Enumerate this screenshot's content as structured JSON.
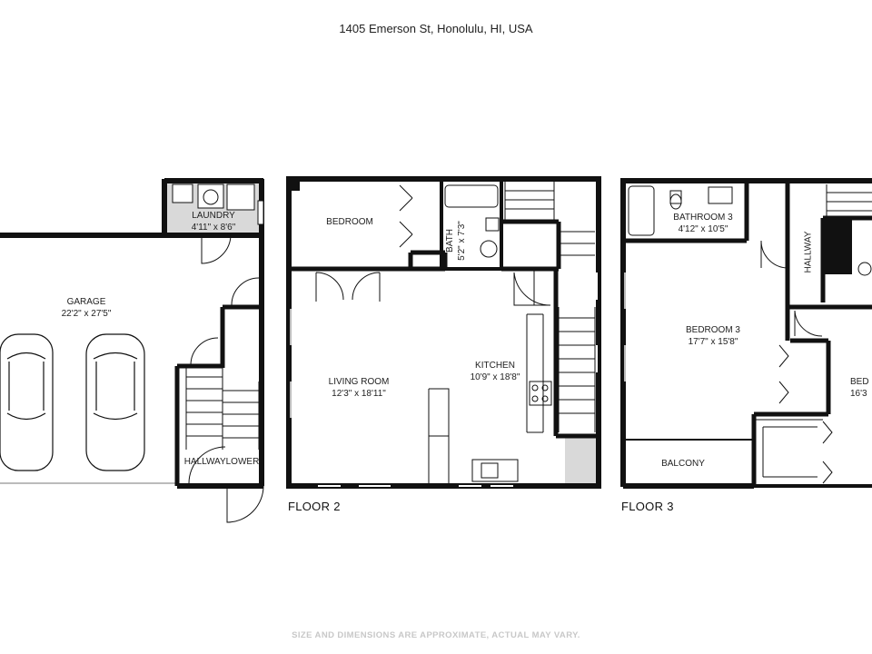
{
  "address": "1405 Emerson St, Honolulu, HI, USA",
  "disclaimer": "SIZE AND DIMENSIONS ARE APPROXIMATE, ACTUAL MAY VARY.",
  "floors": {
    "floor2_label": "FLOOR 2",
    "floor3_label": "FLOOR 3"
  },
  "rooms": {
    "laundry": {
      "name": "LAUNDRY",
      "dims": "4'11\" x 8'6\""
    },
    "garage": {
      "name": "GARAGE",
      "dims": "22'2\" x 27'5\""
    },
    "hallway_lower": {
      "name": "HALLWAYLOWER"
    },
    "bedroom": {
      "name": "BEDROOM"
    },
    "bath": {
      "name": "BATH",
      "dims": "5'2\" x 7'3\""
    },
    "living_room": {
      "name": "LIVING ROOM",
      "dims": "12'3\" x 18'11\""
    },
    "kitchen": {
      "name": "KITCHEN",
      "dims": "10'9\" x 18'8\""
    },
    "bathroom3": {
      "name": "BATHROOM 3",
      "dims": "4'12\" x 10'5\""
    },
    "bedroom3": {
      "name": "BEDROOM 3",
      "dims": "17'7\" x 15'8\""
    },
    "hallway": {
      "name": "HALLWAY"
    },
    "balcony": {
      "name": "BALCONY"
    },
    "bedroom_partial": {
      "name": "BED",
      "dims": "16'3"
    }
  },
  "colors": {
    "wall": "#111111",
    "fixture": "#bbbbbb",
    "fill_gray": "#d6d6d6",
    "text": "#222222"
  }
}
